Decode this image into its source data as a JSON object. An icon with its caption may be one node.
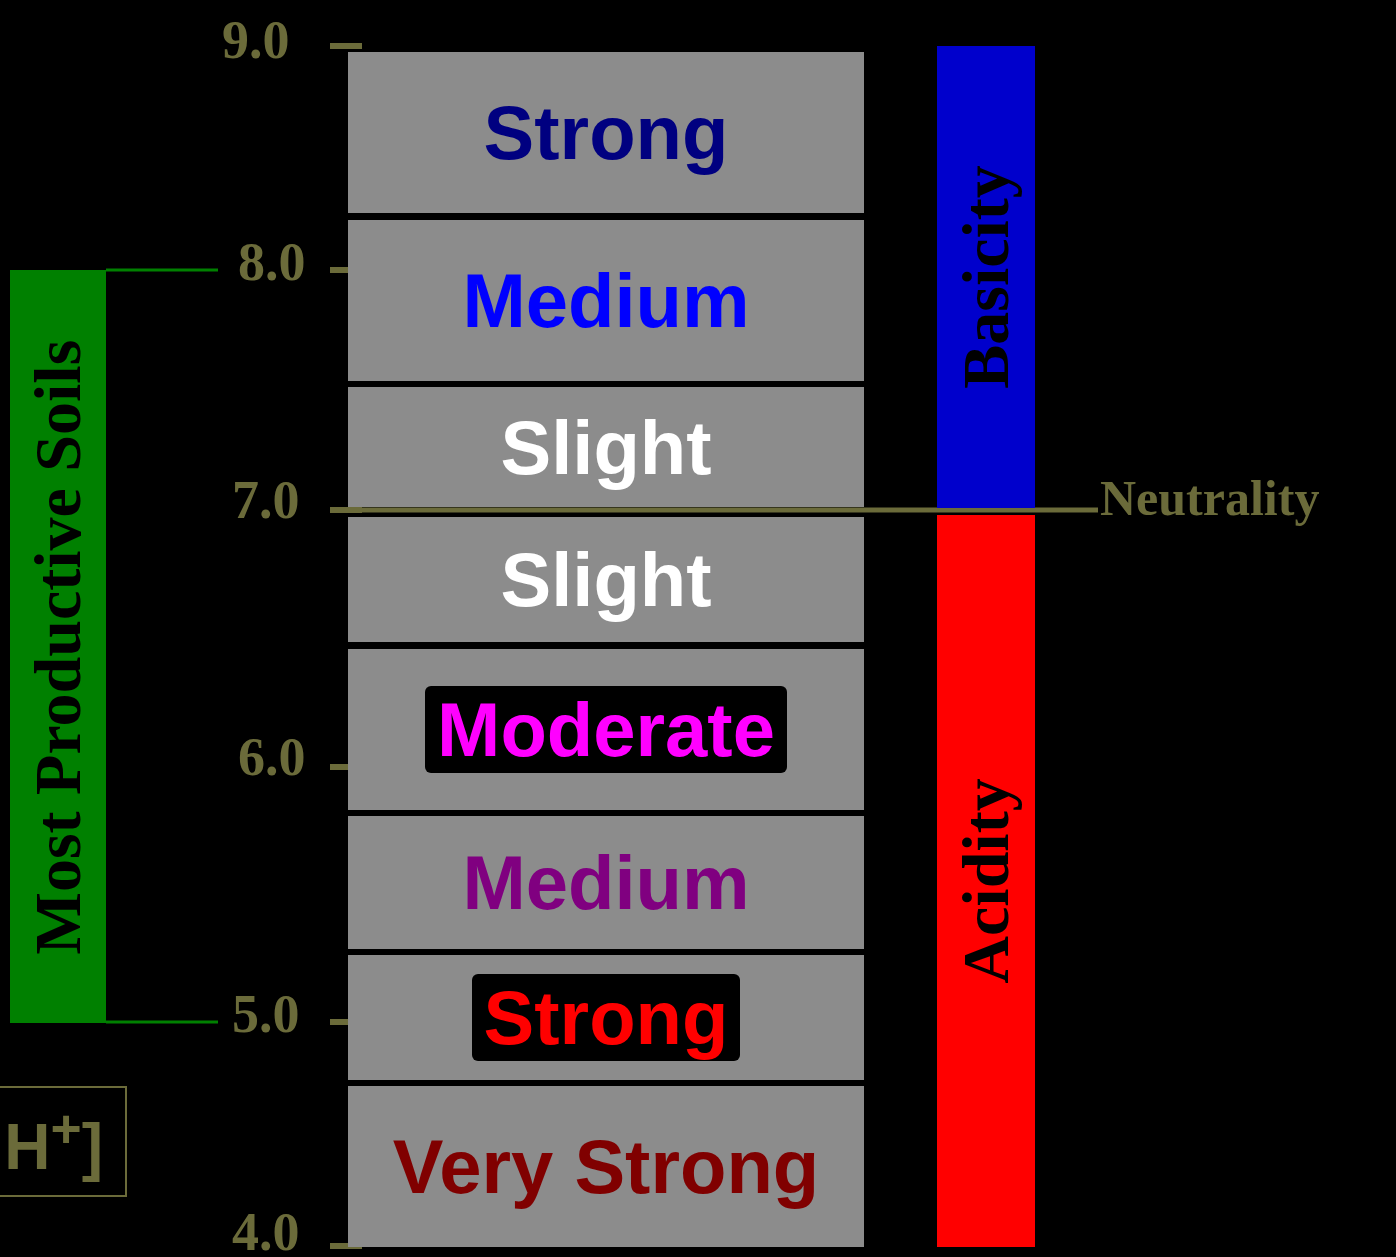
{
  "diagram": {
    "nodes": [
      {
        "text": [
          "Strong"
        ]
      },
      {
        "text": [
          "Medium"
        ]
      },
      {
        "text": [
          "Slight"
        ]
      },
      {
        "text": [
          "Slight"
        ]
      },
      {
        "text": [
          "Moderate"
        ]
      },
      {
        "text": [
          "Medium"
        ]
      },
      {
        "text": [
          "Strong"
        ]
      },
      {
        "text": [
          "Very Strong"
        ]
      },
      {
        "text": [
          "Basicity"
        ]
      },
      {
        "text": [
          "Acidity"
        ]
      },
      {
        "text": [
          "Most Productive Soils"
        ]
      },
      {
        "text": [
          "H$^{+}$]"
        ]
      }
    ],
    "labels": [
      "9.0",
      "8.0",
      "7.0",
      "Neutrality",
      "6.0",
      "5.0",
      "4.0"
    ]
  }
}
